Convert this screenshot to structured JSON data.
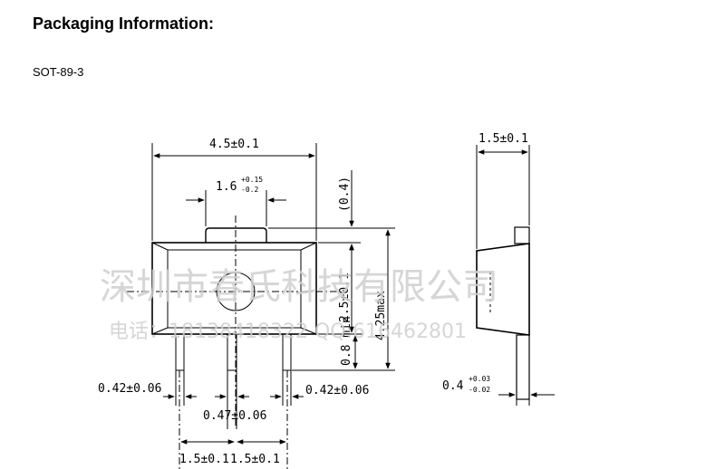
{
  "page": {
    "heading": "Packaging Information:",
    "package_name": "SOT-89-3"
  },
  "watermark": {
    "company": "深圳市春氏科技有限公司",
    "contact": "电话：18138418322  QQ:616462801"
  },
  "front_view": {
    "overall_width": "4.5±0.1",
    "tab_width": "1.6",
    "tab_width_tol_plus": "+0.15",
    "tab_width_tol_minus": "-0.2",
    "tab_height_ref": "(0.4)",
    "body_height": "2.5±0.1",
    "total_height": "4.25max",
    "lead_length": "0.8 min",
    "outer_lead_width": "0.42±0.06",
    "outer_lead_width_right": "0.42±0.06",
    "center_lead_width": "0.47±0.06",
    "pitch_left": "1.5±0.1",
    "pitch_right": "1.5±0.1"
  },
  "side_view": {
    "thickness": "1.5±0.1",
    "lead_thickness": "0.4",
    "lead_thickness_tol_plus": "+0.03",
    "lead_thickness_tol_minus": "-0.02"
  }
}
